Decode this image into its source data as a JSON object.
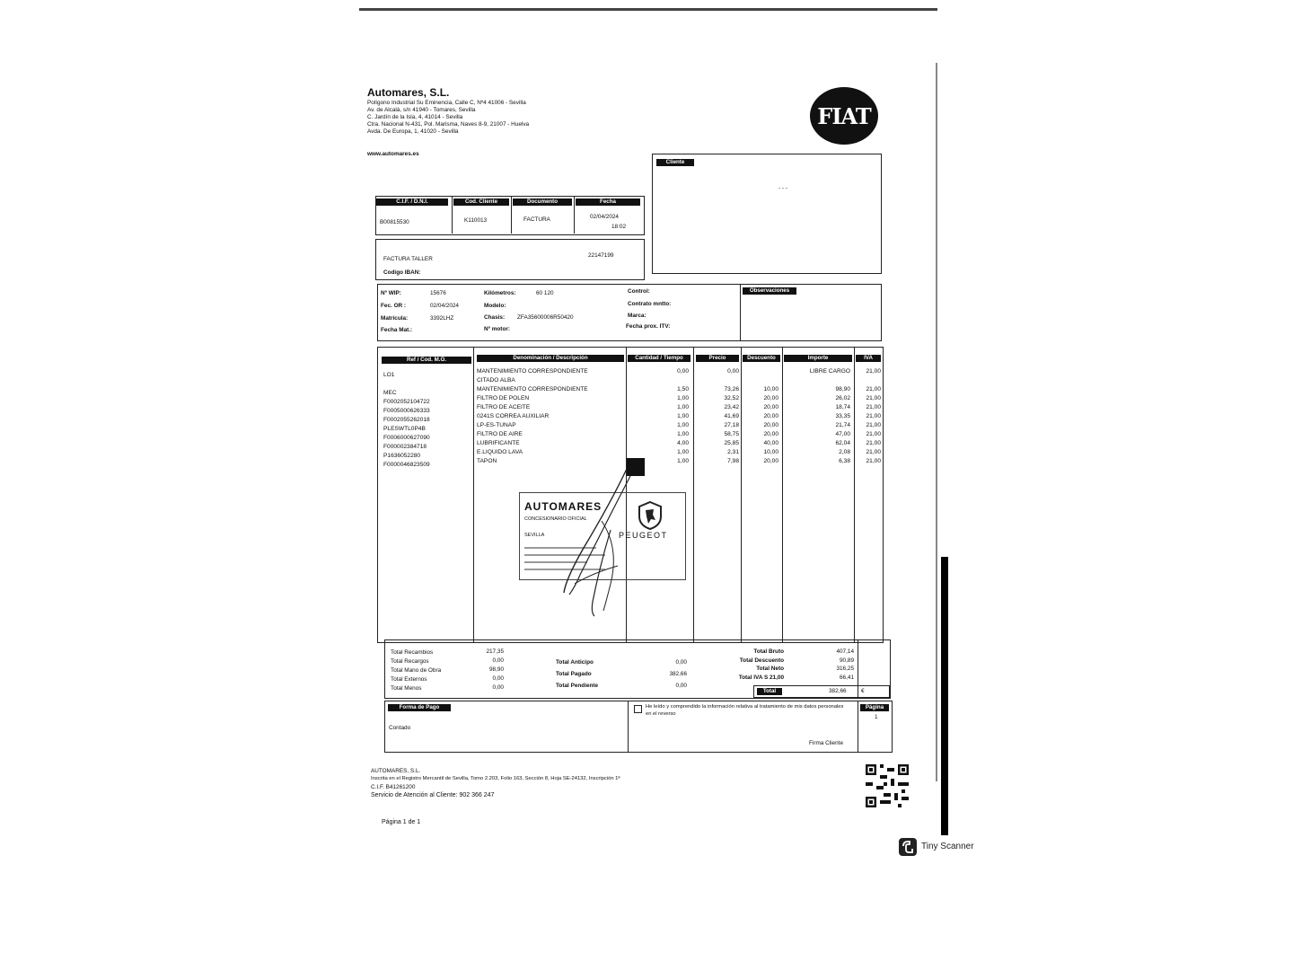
{
  "company": {
    "name": "Automares, S.L.",
    "address_lines": [
      "Polígono Industrial Su Eminencia, Calle C, Nº4 41006 - Sevilla",
      "Av. de Alcalá, s/n 41940 - Tomares, Sevilla",
      "C. Jardín de la Isla, 4, 41014 - Sevilla",
      "Ctra. Nacional N-431, Pol. Marisma, Naves 8-9, 21007 - Huelva",
      "Avda. De Europa, 1, 41020 - Sevilla"
    ],
    "website": "www.automares.es",
    "logo_text": "FIAT"
  },
  "header_table": {
    "headers": [
      "C.I.F. / D.N.I.",
      "Cod. Cliente",
      "Documento",
      "Fecha"
    ],
    "values": [
      "B00815530",
      "K110013",
      "FACTURA",
      "02/04/2024"
    ],
    "time": "18:02"
  },
  "invoice": {
    "type_label": "FACTURA TALLER",
    "number": "22147199",
    "iban_label": "Codigo IBAN:"
  },
  "client_box": {
    "header": "Cliente",
    "value": "- - -"
  },
  "vehicle": {
    "wip_label": "Nº WIP:",
    "wip": "15676",
    "fecor_label": "Fec. OR :",
    "fecor": "02/04/2024",
    "matricula_label": "Matrícula:",
    "matricula": "3392LHZ",
    "fechamat_label": "Fecha Mat.:",
    "km_label": "Kilómetros:",
    "km": "60 120",
    "modelo_label": "Modelo:",
    "chasis_label": "Chasis:",
    "chasis": "ZFA35600006R50420",
    "motor_label": "Nº motor:",
    "control_label": "Control:",
    "contrato_label": "Contrato mntto:",
    "marca_label": "Marca:",
    "itv_label": "Fecha prox. ITV:",
    "obs_header": "Observaciones"
  },
  "lines_table": {
    "headers": [
      "Ref / Cod. M.O.",
      "Denominación / Descripción",
      "Cantidad / Tiempo",
      "Precio",
      "Descuento",
      "Importe",
      "IVA"
    ],
    "refs": [
      "LO1",
      "",
      "MEC",
      "F0002052104722",
      "F0005000626333",
      "F0002055262018",
      "PLESWTL0P4B",
      "F0006000627090",
      "F000002384718",
      "P1636052280",
      "F0000046823509"
    ],
    "descs": [
      "MANTENIMIENTO CORRESPONDIENTE",
      "CITADO ALBA",
      "MANTENIMIENTO CORRESPONDIENTE",
      "FILTRO DE POLEN",
      "FILTRO DE ACEITE",
      "0241S CORREA AUXILIAR",
      "LP-ES-TUNAP",
      "FILTRO DE AIRE",
      "LUBRIFICANTE",
      "E.LIQUIDO LAVA",
      "TAPON"
    ],
    "qty": [
      "0,00",
      "",
      "1,50",
      "1,00",
      "1,00",
      "1,00",
      "1,00",
      "1,00",
      "4,00",
      "1,00",
      "1,00"
    ],
    "price": [
      "0,00",
      "",
      "73,26",
      "32,52",
      "23,42",
      "41,69",
      "27,18",
      "58,75",
      "25,85",
      "2,31",
      "7,98"
    ],
    "disc": [
      "",
      "",
      "10,00",
      "20,00",
      "20,00",
      "20,00",
      "20,00",
      "20,00",
      "40,00",
      "10,00",
      "20,00"
    ],
    "amount": [
      "LIBRE CARGO",
      "",
      "98,90",
      "26,02",
      "18,74",
      "33,35",
      "21,74",
      "47,00",
      "62,04",
      "2,08",
      "6,38"
    ],
    "iva": [
      "21,00",
      "",
      "21,00",
      "21,00",
      "21,00",
      "21,00",
      "21,00",
      "21,00",
      "21,00",
      "21,00",
      "21,00"
    ]
  },
  "stamp": {
    "title": "AUTOMARES",
    "line1": "CONCESIONARIO OFICIAL",
    "line2": "SEVILLA",
    "brand": "PEUGEOT"
  },
  "totals": {
    "left_labels": [
      "Total Recambios",
      "Total Recargos",
      "Total Mano de Obra",
      "Total Externos",
      "Total Menos"
    ],
    "left_values": [
      "217,35",
      "0,00",
      "98,90",
      "0,00",
      "0,00"
    ],
    "mid_labels": [
      "Total Anticipo",
      "Total Pagado",
      "Total Pendiente"
    ],
    "mid_values": [
      "0,00",
      "382,66",
      "0,00"
    ],
    "right_labels": [
      "Total Bruto",
      "Total Descuento",
      "Total Neto",
      "Total IVA S 21,00"
    ],
    "right_values": [
      "407,14",
      "90,89",
      "316,25",
      "66,41"
    ],
    "total_label": "Total",
    "total_value": "382,66",
    "currency": "€"
  },
  "payment": {
    "header": "Forma de Pago",
    "value": "Contado",
    "consent": "He leído y comprendido la información relativa al tratamiento de mis datos personales en el reverso",
    "signature_label": "Firma Cliente",
    "page_header": "Página",
    "page_value": "1"
  },
  "footer": {
    "company": "AUTOMARES, S.L.",
    "registry": "Inscrita en el Registro Mercantil de Sevilla, Tomo 2.203, Folio 163, Sección 8, Hoja SE-24132, Inscripción 1ª",
    "cif": "C.I.F. B41261200",
    "service": "Servicio de Atención al Cliente: 902 366 247",
    "page": "Página 1 de 1"
  },
  "watermark": "Tiny Scanner"
}
